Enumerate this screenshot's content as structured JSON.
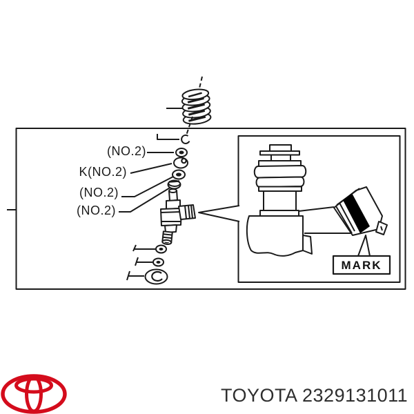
{
  "page": {
    "background": "#ffffff",
    "line_color": "#1a1a1a"
  },
  "diagram": {
    "part_labels": [
      {
        "text": "(NO.2)"
      },
      {
        "text": "K(NO.2)"
      },
      {
        "text": "(NO.2)"
      },
      {
        "text": "(NO.2)"
      }
    ],
    "detail": {
      "mark_label": "MARK",
      "mark_band_color": "#000000"
    }
  },
  "footer": {
    "part_number": "TOYOTA 2329131011",
    "logo": {
      "name": "toyota-logo",
      "color": "#d40c1c"
    }
  }
}
